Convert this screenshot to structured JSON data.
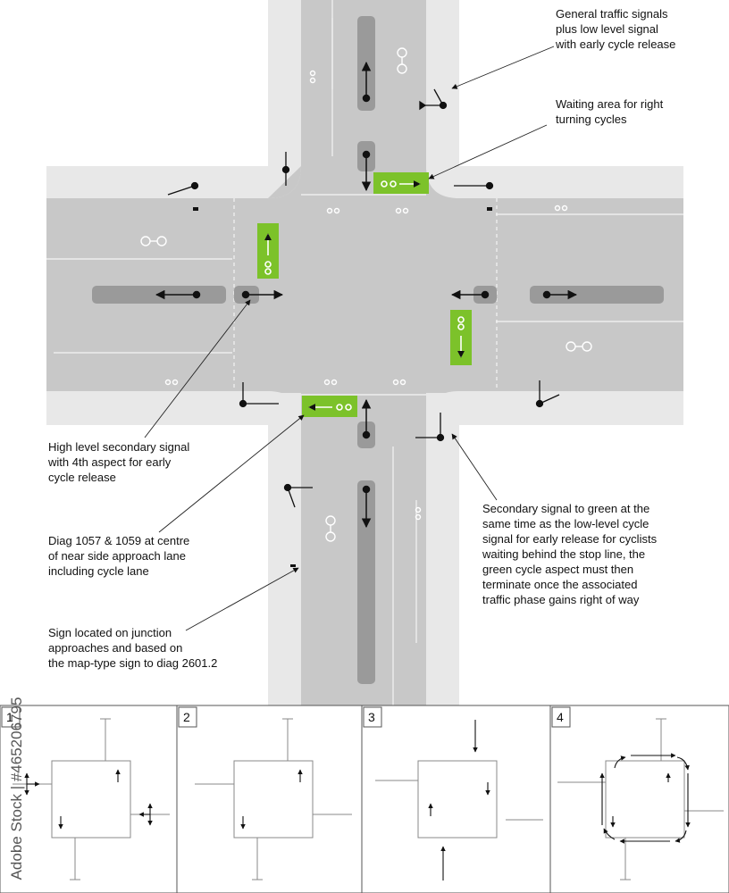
{
  "callouts": [
    {
      "id": "general-signals",
      "text": "General traffic signals\nplus low level signal\nwith early cycle release"
    },
    {
      "id": "waiting-area",
      "text": "Waiting area for right\nturning cycles"
    },
    {
      "id": "high-level-secondary",
      "text": "High level secondary signal\nwith 4th aspect for early\ncycle release"
    },
    {
      "id": "diag-1057",
      "text": "Diag 1057 & 1059 at centre\nof near side approach lane\nincluding cycle lane"
    },
    {
      "id": "secondary-green",
      "text": "Secondary signal to green at the\nsame time as the low-level cycle\nsignal for early release for cyclists\nwaiting behind the stop line, the\ngreen cycle aspect must then\nterminate once the associated\ntraffic phase gains right of way"
    },
    {
      "id": "sign-located",
      "text": "Sign located on junction\napproaches and based on\nthe map-type sign to diag 2601.2"
    }
  ],
  "panels": [
    {
      "number": "1"
    },
    {
      "number": "2"
    },
    {
      "number": "3"
    },
    {
      "number": "4"
    }
  ],
  "watermark": "Adobe Stock | #465206795",
  "colors": {
    "road": "#c8c8c8",
    "pavement": "#e8e8e8",
    "island": "#9a9a9a",
    "cycle_box": "#7cc22a",
    "ink": "#111111"
  }
}
